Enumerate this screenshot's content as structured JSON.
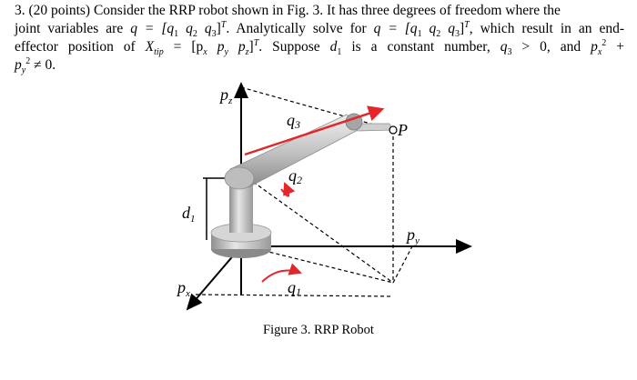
{
  "problem": {
    "line1": "3. (20 points) Consider the RRP robot shown in Fig. 3. It has three degrees of freedom where the",
    "line2_a": "joint variables are ",
    "line2_b": "q = [q",
    "line2_c": "1",
    "line2_d": " q",
    "line2_e": "2",
    "line2_f": " q",
    "line2_g": "3",
    "line2_h": "]",
    "line2_i": "T",
    "line2_j": ". Analytically solve for ",
    "line2_k": "q = [q",
    "line2_l": "1",
    "line2_m": " q",
    "line2_n": "2",
    "line2_o": " q",
    "line2_p": "3",
    "line2_q": "]",
    "line2_r": "T",
    "line2_s": ", which result in an end-",
    "line3_a": "effector position of ",
    "line3_b": "X",
    "line3_c": "tip",
    "line3_d": " = [p",
    "line3_e": "x",
    "line3_f": " p",
    "line3_g": "y",
    "line3_h": " p",
    "line3_i": "z",
    "line3_j": "]",
    "line3_k": "T",
    "line3_l": ". Suppose ",
    "line3_m": "d",
    "line3_n": "1",
    "line3_o": " is a constant number, ",
    "line3_p": "q",
    "line3_q": "3",
    "line3_r": " > 0, and ",
    "line3_s": "p",
    "line3_t": "x",
    "line3_u": "2",
    "line3_v": " +",
    "line4_a": "p",
    "line4_b": "y",
    "line4_c": "2",
    "line4_d": " ≠ 0."
  },
  "figure": {
    "label_pz": "p",
    "label_pz_sub": "z",
    "label_q3": "q",
    "label_q3_sub": "3",
    "label_q2": "q",
    "label_q2_sub": "2",
    "label_d1": "d",
    "label_d1_sub": "1",
    "label_P": "P",
    "label_py": "p",
    "label_py_sub": "y",
    "label_px": "p",
    "label_px_sub": "x",
    "label_q1": "q",
    "label_q1_sub": "1",
    "caption": "Figure 3. RRP Robot",
    "colors": {
      "arrow_red": "#e3262b",
      "robot_light": "#d9d9d9",
      "robot_dark": "#9a9a9a",
      "axis": "#000000"
    }
  }
}
